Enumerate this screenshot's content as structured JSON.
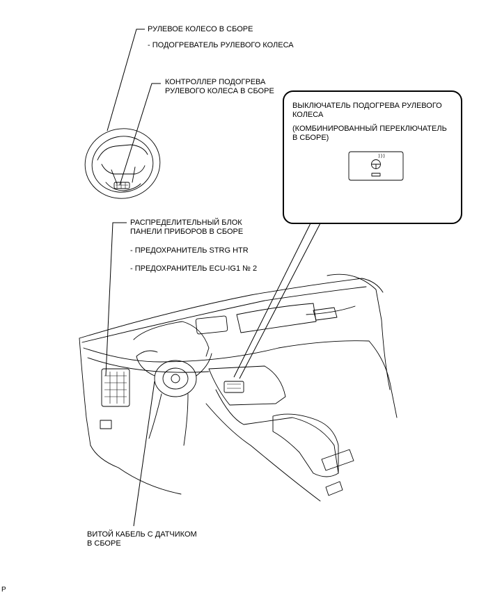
{
  "labels": {
    "steering_wheel": {
      "title": "РУЛЕВОЕ КОЛЕСО В СБОРЕ",
      "sub": "- ПОДОГРЕВАТЕЛЬ РУЛЕВОГО КОЛЕСА"
    },
    "heater_controller": {
      "line1": "КОНТРОЛЛЕР ПОДОГРЕВА",
      "line2": "РУЛЕВОГО КОЛЕСА В СБОРЕ"
    },
    "heater_switch": {
      "line1": "ВЫКЛЮЧАТЕЛЬ ПОДОГРЕВА РУЛЕВОГО",
      "line2": "КОЛЕСА",
      "line3": "(КОМБИНИРОВАННЫЙ ПЕРЕКЛЮЧАТЕЛЬ",
      "line4": "В СБОРЕ)"
    },
    "junction_block": {
      "line1": "РАСПРЕДЕЛИТЕЛЬНЫЙ БЛОК",
      "line2": "ПАНЕЛИ ПРИБОРОВ В СБОРЕ",
      "fuse1": "- ПРЕДОХРАНИТЕЛЬ STRG HTR",
      "fuse2": "- ПРЕДОХРАНИТЕЛЬ ECU-IG1 № 2"
    },
    "spiral_cable": {
      "line1": "ВИТОЙ КАБЕЛЬ С ДАТЧИКОМ",
      "line2": "В СБОРЕ"
    },
    "corner_mark": "P"
  },
  "icons": {
    "switch_symbol": "heated-steering-wheel-icon"
  }
}
